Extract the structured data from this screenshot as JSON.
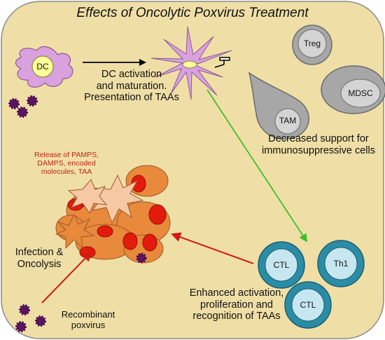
{
  "title": "Effects of Oncolytic Poxvirus Treatment",
  "labels": {
    "dc_cell": "DC",
    "dc_activation": [
      "DC activation",
      "and maturation.",
      "Presentation of TAAs"
    ],
    "treg": "Treg",
    "tam": "TAM",
    "mdsc": "MDSC",
    "decreased_support": [
      "Decreased support for",
      "immunosuppressive cells"
    ],
    "release": [
      "Release of PAMPS,",
      "DAMPS, encoded",
      "molecules, TAA"
    ],
    "infection": [
      "Infection &",
      "Oncolysis"
    ],
    "ctl_1": "CTL",
    "th1": "Th1",
    "ctl_2": "CTL",
    "enhanced": [
      "Enhanced activation,",
      "proliferation and",
      "recognition of TAAs"
    ],
    "recombinant": [
      "Recombinant",
      "poxvirus"
    ]
  },
  "colors": {
    "background": "#efdfa6",
    "dc": "#d9a1de",
    "suppressive_cells": "#a7a7a7",
    "t_cells": "#2b8ca5",
    "t_cell_inner": "#c6e6f0",
    "tumor_orange": "#e9893b",
    "tumor_red": "#e31b0c",
    "burst": "#f7c8a4",
    "virus": "#5c1463",
    "green_arrow": "#3fbd2f",
    "red_arrow": "#d11b14",
    "release_text": "#c0221b"
  }
}
